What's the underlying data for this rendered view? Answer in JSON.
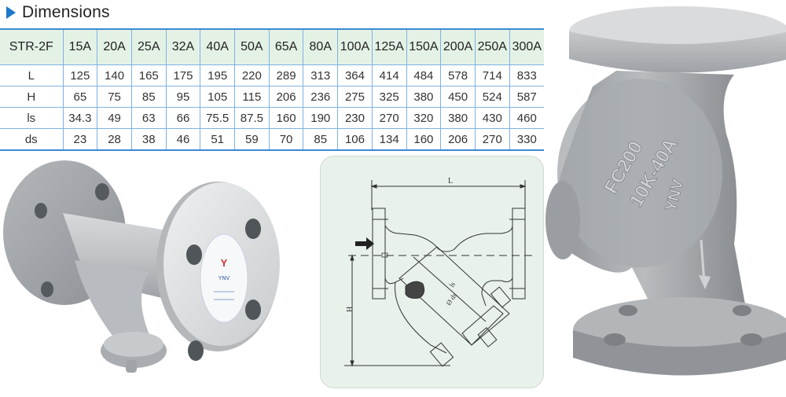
{
  "section": {
    "icon": "triangle-right-icon",
    "title": "Dimensions"
  },
  "table": {
    "model": "STR-2F",
    "sizes": [
      "15A",
      "20A",
      "25A",
      "32A",
      "40A",
      "50A",
      "65A",
      "80A",
      "100A",
      "125A",
      "150A",
      "200A",
      "250A",
      "300A"
    ],
    "rows": [
      {
        "label": "L",
        "values": [
          "125",
          "140",
          "165",
          "175",
          "195",
          "220",
          "289",
          "313",
          "364",
          "414",
          "484",
          "578",
          "714",
          "833"
        ]
      },
      {
        "label": "H",
        "values": [
          "65",
          "75",
          "85",
          "95",
          "105",
          "115",
          "206",
          "236",
          "275",
          "325",
          "380",
          "450",
          "524",
          "587"
        ]
      },
      {
        "label": "ls",
        "values": [
          "34.3",
          "49",
          "63",
          "66",
          "75.5",
          "87.5",
          "160",
          "190",
          "230",
          "270",
          "320",
          "380",
          "430",
          "460"
        ]
      },
      {
        "label": "ds",
        "values": [
          "23",
          "28",
          "38",
          "46",
          "51",
          "59",
          "70",
          "85",
          "106",
          "134",
          "160",
          "206",
          "270",
          "330"
        ]
      }
    ]
  },
  "diagram": {
    "label_L": "L",
    "label_H": "H",
    "label_ls": "ls",
    "label_ds": "Ø ds"
  },
  "photo_right": {
    "cast_text_1": "FC200",
    "cast_text_2": "10K-40A",
    "cast_text_3": "YNV"
  },
  "colors": {
    "accent_blue": "#1e78c8",
    "table_border": "#3b8ad4",
    "header_bg": "#e4f2e6",
    "diagram_bg": "#e8f2ea"
  }
}
